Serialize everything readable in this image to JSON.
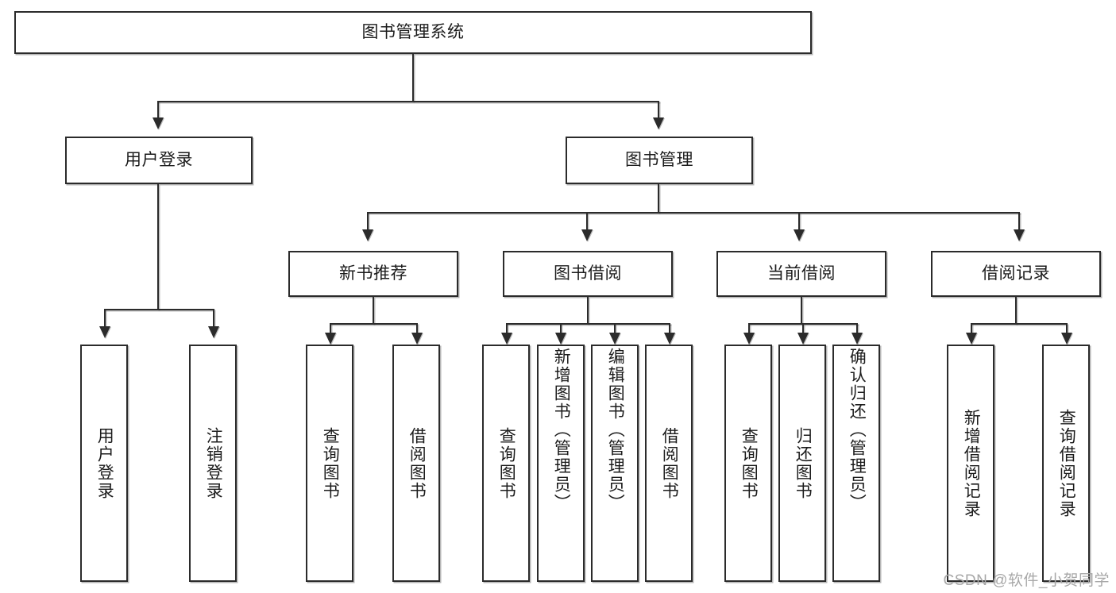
{
  "diagram": {
    "title": "图书管理系统",
    "watermark": "CSDN @软件_小贺同学",
    "nodes": {
      "root": "图书管理系统",
      "user_login": "用户登录",
      "book_manage": "图书管理",
      "new_book_rec": "新书推荐",
      "book_borrow": "图书借阅",
      "current_borrow": "当前借阅",
      "borrow_record": "借阅记录",
      "leaf_user_login": "用户登录",
      "leaf_user_logout": "注销登录",
      "leaf_query_book_1": "查询图书",
      "leaf_borrow_book_1": "借阅图书",
      "leaf_query_book_2": "查询图书",
      "leaf_add_book_admin": "新增图书（管理员）",
      "leaf_edit_book_admin": "编辑图书（管理员）",
      "leaf_borrow_book_2": "借阅图书",
      "leaf_query_book_3": "查询图书",
      "leaf_return_book": "归还图书",
      "leaf_confirm_return_admin": "确认归还（管理员）",
      "leaf_add_borrow_record": "新增借阅记录",
      "leaf_query_borrow_record": "查询借阅记录"
    },
    "colors": {
      "border": "#2b2b2b",
      "text": "#1c1c1c",
      "background": "#ffffff",
      "watermark": "#a8a8a8"
    }
  }
}
